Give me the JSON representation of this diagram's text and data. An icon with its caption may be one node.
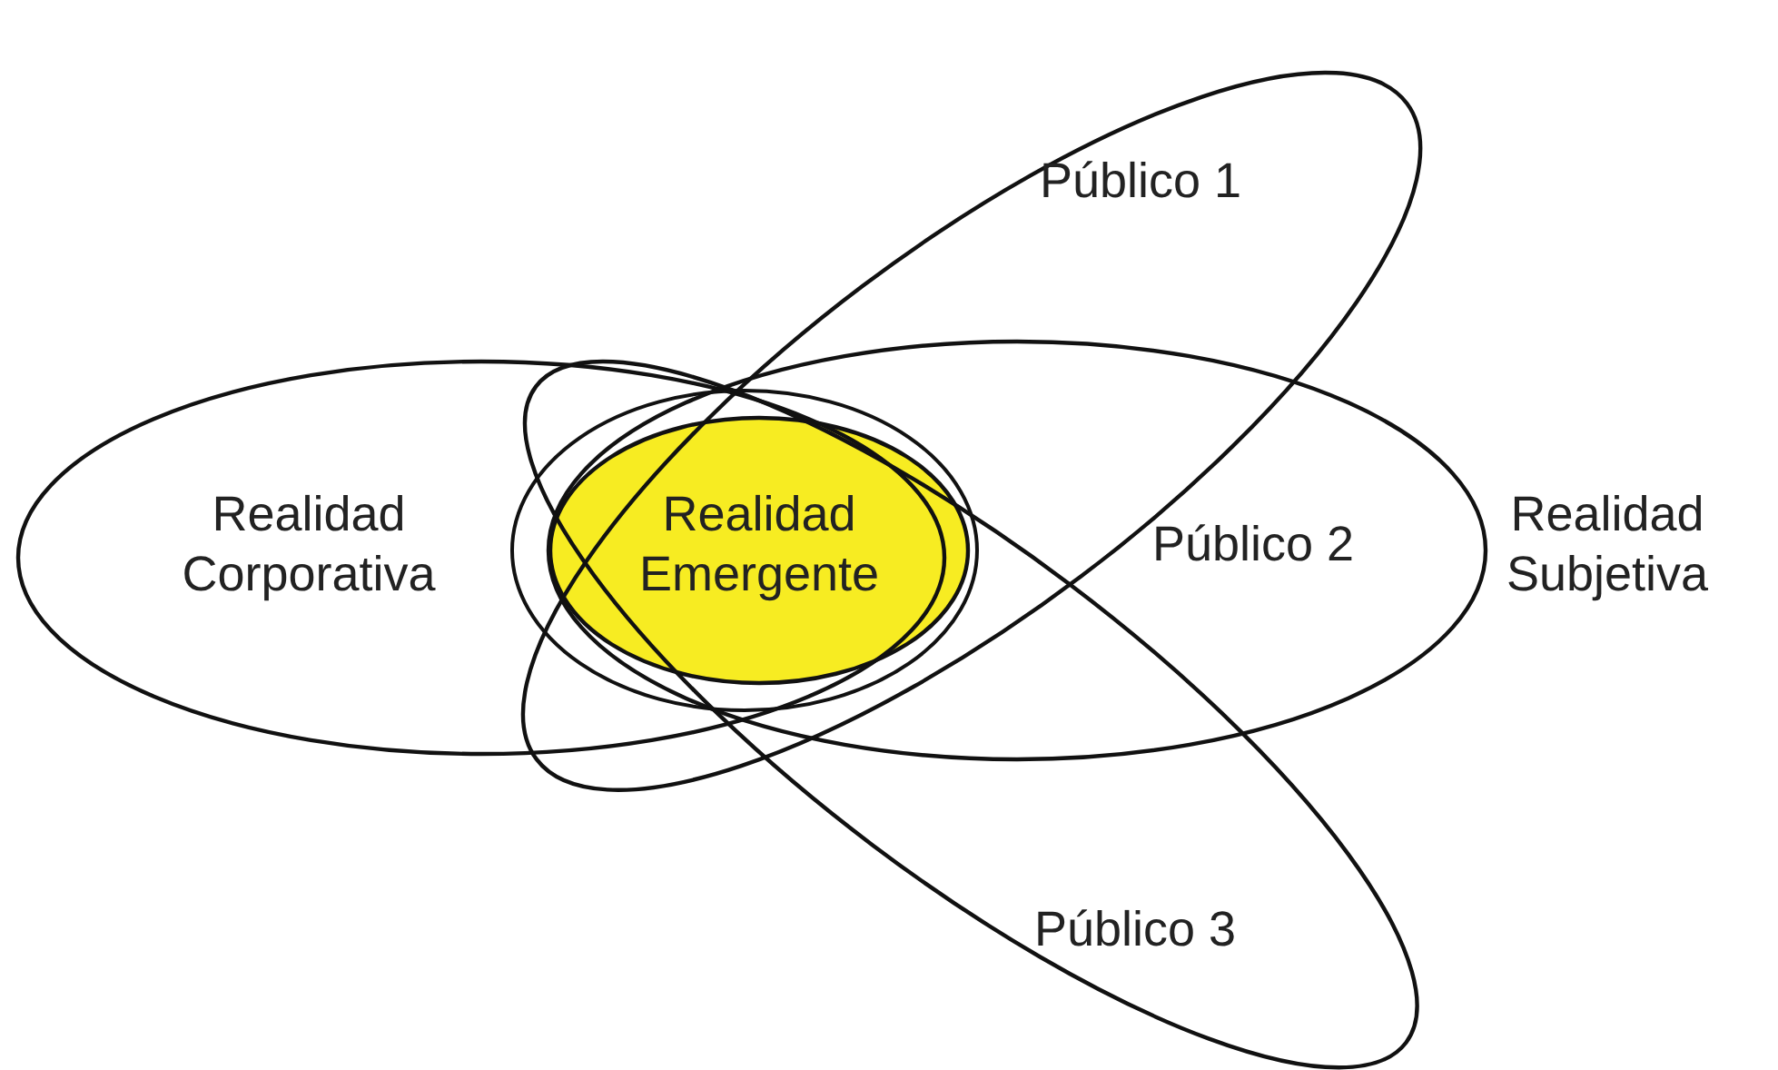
{
  "diagram": {
    "nodes": [
      {
        "text": [
          "Realidad Corporativa"
        ]
      },
      {
        "text": [
          "Público 1"
        ]
      },
      {
        "text": [
          "Público 2"
        ]
      },
      {
        "text": [
          "Público 3"
        ]
      },
      {
        "text": [
          "Realidad Emergente"
        ]
      }
    ],
    "edges": [],
    "labels": [
      "Realidad Subjetiva"
    ]
  }
}
